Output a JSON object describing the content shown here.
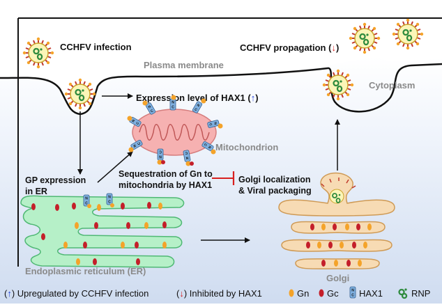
{
  "labels": {
    "infection": "CCHFV infection",
    "propagation_prefix": "CCHFV propagation (",
    "propagation_arrow": "↓",
    "propagation_suffix": ")",
    "plasma_membrane": "Plasma membrane",
    "cytoplasm": "Cytoplasm",
    "hax1_expr_prefix": "Expression level of HAX1 (",
    "hax1_expr_arrow": "↑",
    "hax1_expr_suffix": ")",
    "mitochondrion": "Mitochondrion",
    "gp_expression_line1": "GP expression",
    "gp_expression_line2": "in ER",
    "sequestration_line1": "Sequestration of Gn to",
    "sequestration_line2": "mitochondria by HAX1",
    "golgi_loc_line1": "Golgi localization",
    "golgi_loc_line2": "& Viral packaging",
    "er": "Endoplasmic reticulum (ER)",
    "golgi": "Golgi"
  },
  "legend": {
    "upregulated_open": "(",
    "upregulated_arrow": "↑",
    "upregulated_text": ") Upregulated by CCHFV infection",
    "inhibited_open": "(",
    "inhibited_arrow": "↓",
    "inhibited_text": ") Inhibited by HAX1",
    "gn": "Gn",
    "gc": "Gc",
    "hax1": "HAX1",
    "rnp": "RNP"
  },
  "colors": {
    "up_arrow": "#1f3fd8",
    "down_arrow": "#d81f1f",
    "gn": "#f4a32a",
    "gc": "#c41f2a",
    "er_fill": "#b6f0c8",
    "golgi_fill": "#f7dbb4",
    "mito_fill": "#f6b1b1",
    "hax1": "#7fb0e0"
  }
}
